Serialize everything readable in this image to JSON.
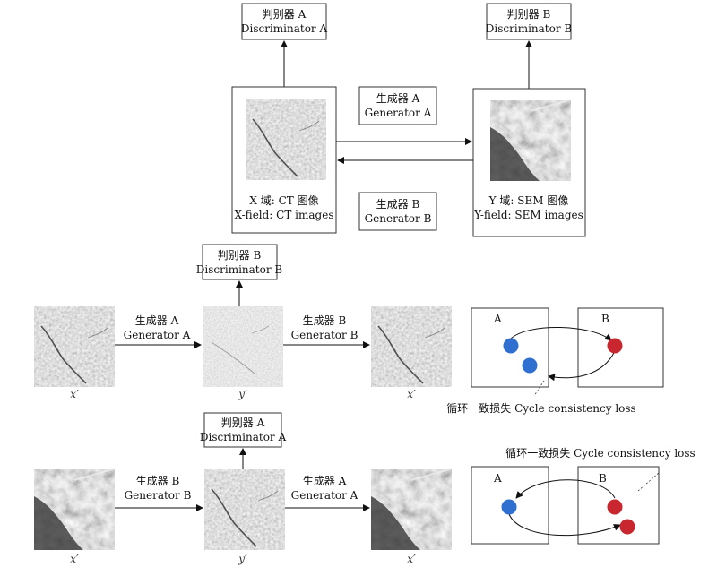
{
  "top": {
    "disc_a": {
      "zh": "判别器 A",
      "en": "Discriminator A"
    },
    "disc_b": {
      "zh": "判别器 B",
      "en": "Discriminator B"
    },
    "gen_a": {
      "zh": "生成器 A",
      "en": "Generator A"
    },
    "gen_b": {
      "zh": "生成器 B",
      "en": "Generator B"
    },
    "x_domain": {
      "zh": "X 域: CT 图像",
      "en": "X-field: CT images"
    },
    "y_domain": {
      "zh": "Y 域: SEM 图像",
      "en": "Y-field: SEM images"
    }
  },
  "row1": {
    "disc": {
      "zh": "判别器 B",
      "en": "Discriminator B"
    },
    "gen1": {
      "zh": "生成器 A",
      "en": "Generator A"
    },
    "gen2": {
      "zh": "生成器 B",
      "en": "Generator B"
    },
    "captions": [
      "x′",
      "y′",
      "x′"
    ]
  },
  "row2": {
    "disc": {
      "zh": "判别器 A",
      "en": "Discriminator A"
    },
    "gen1": {
      "zh": "生成器 B",
      "en": "Generator B"
    },
    "gen2": {
      "zh": "生成器 A",
      "en": "Generator A"
    },
    "captions": [
      "x′",
      "y′",
      "x′"
    ]
  },
  "cycle1": {
    "label_a": "A",
    "label_b": "B",
    "loss": "循环一致损失 Cycle consistency loss"
  },
  "cycle2": {
    "label_a": "A",
    "label_b": "B",
    "loss": "循环一致损失 Cycle consistency loss"
  },
  "colors": {
    "blue_dot": "#2f6fd0",
    "red_dot": "#c8272f",
    "stroke": "#333333"
  },
  "images": {
    "ct": "CT microstructure image",
    "sem": "SEM microstructure image",
    "generated": "generated smooth image"
  }
}
